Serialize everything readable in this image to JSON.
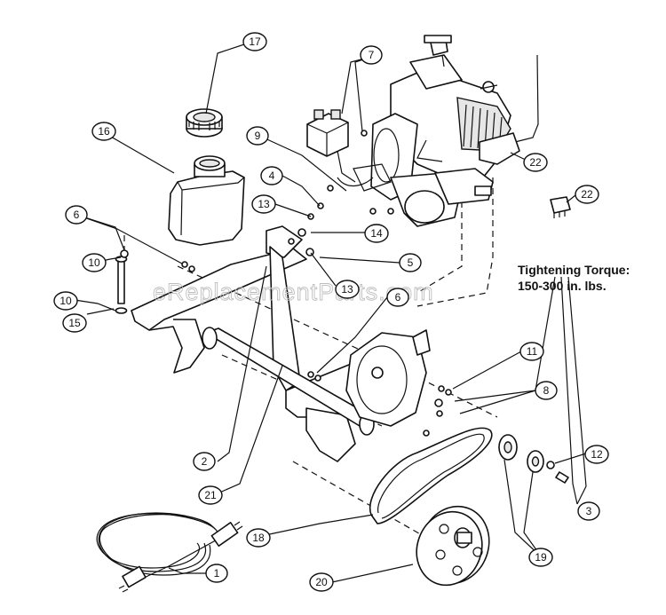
{
  "watermark": "eReplacementParts.com",
  "torque_note": {
    "line1": "Tightening Torque:",
    "line2": "150-300 in. lbs."
  },
  "callouts": {
    "c1": "1",
    "c2": "2",
    "c3": "3",
    "c4": "4",
    "c5": "5",
    "c6a": "6",
    "c6b": "6",
    "c7": "7",
    "c8": "8",
    "c9": "9",
    "c10a": "10",
    "c10b": "10",
    "c11": "11",
    "c12": "12",
    "c13a": "13",
    "c13b": "13",
    "c14": "14",
    "c15": "15",
    "c16": "16",
    "c17": "17",
    "c18": "18",
    "c19": "19",
    "c20": "20",
    "c21": "21",
    "c22a": "22",
    "c22b": "22"
  }
}
